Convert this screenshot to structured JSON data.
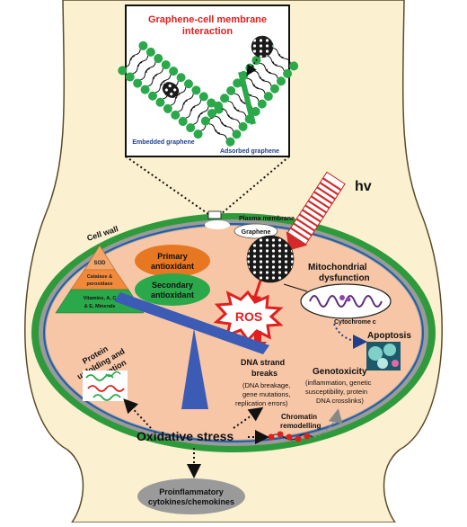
{
  "inset": {
    "title_line1": "Graphene-cell membrane",
    "title_line2": "interaction",
    "embedded_label": "Embedded graphene",
    "adsorbed_label": "Adsorbed graphene"
  },
  "cell": {
    "cell_wall_label": "Cell wall",
    "plasma_membrane_label": "Plasma membrane",
    "graphene_label": "Graphene",
    "hv_label": "hv"
  },
  "antioxidants": {
    "triangle_top": "SOD",
    "triangle_mid_line1": "Catalase &",
    "triangle_mid_line2": "peroxidase",
    "triangle_bottom_line1": "Vitamins, A, C",
    "triangle_bottom_line2": "& E, Minerals",
    "primary_line1": "Primary",
    "primary_line2": "antioxidant",
    "secondary_line1": "Secondary",
    "secondary_line2": "antioxidant"
  },
  "ros_label": "ROS",
  "mito": {
    "title_line1": "Mitochondrial",
    "title_line2": "dysfunction",
    "cytochrome_label": "Cytochrome c"
  },
  "apoptosis_label": "Apoptosis",
  "protein": {
    "line1": "Protein",
    "line2": "unfolding and",
    "line3": "denaturation"
  },
  "dna": {
    "title_line1": "DNA strand",
    "title_line2": "breaks",
    "detail_line1": "(DNA breakage,",
    "detail_line2": "gene mutations,",
    "detail_line3": "replication errors)"
  },
  "genotox": {
    "title": "Genotoxicity",
    "detail_line1": "(inflammation, genetic",
    "detail_line2": "susceptibility, protein",
    "detail_line3": "DNA crosslinks)"
  },
  "chromatin": {
    "line1": "Chromatin",
    "line2": "remodelling"
  },
  "oxidative_stress_label": "Oxidative stress",
  "proinflammatory": {
    "line1": "Proinflammatory",
    "line2": "cytokines/chemokines"
  },
  "colors": {
    "background": "#fbf0cf",
    "cell_fill": "#f7c6a6",
    "cell_wall": "#2f9a3c",
    "membrane_gray": "#9a9a9a",
    "membrane_blue": "#1f5ea8",
    "title_red": "#e02020",
    "primary_oval": "#e87722",
    "secondary_oval": "#2aa84a",
    "seesaw": "#3b5bb5",
    "ros_arrow": "#e02020",
    "apoptosis_cell": "#7ed0c8"
  }
}
